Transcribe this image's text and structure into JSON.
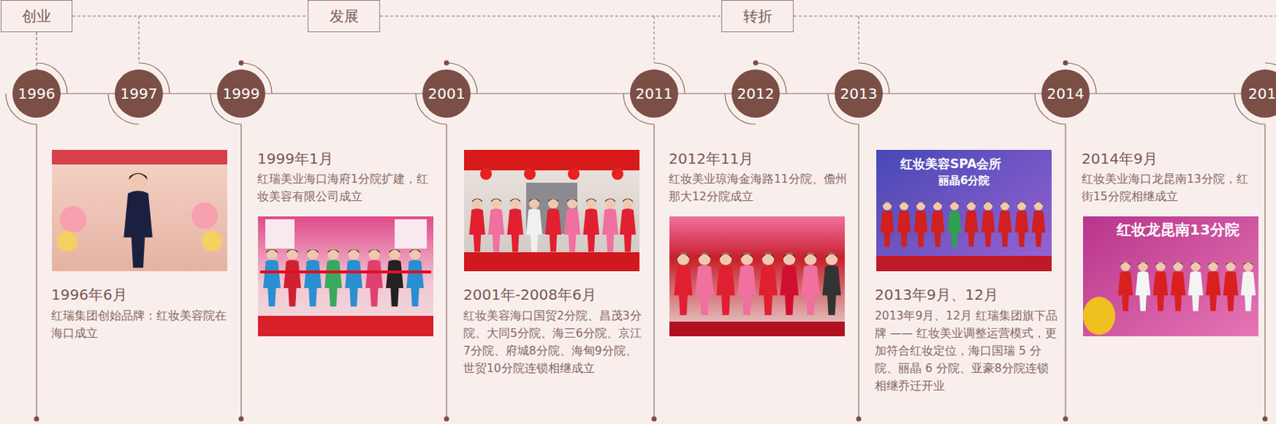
{
  "diagram": {
    "nodes": [
      {
        "text": [
          "创业"
        ]
      },
      {
        "text": [
          "发展"
        ]
      },
      {
        "text": [
          "转折"
        ]
      },
      {
        "text": [
          "1996"
        ]
      },
      {
        "text": [
          "1997"
        ]
      },
      {
        "text": [
          "1999"
        ]
      },
      {
        "text": [
          "2001"
        ]
      },
      {
        "text": [
          "2011"
        ]
      },
      {
        "text": [
          "2012"
        ]
      },
      {
        "text": [
          "2013"
        ]
      },
      {
        "text": [
          "2014"
        ]
      },
      {
        "text": [
          "201"
        ]
      }
    ],
    "edges": [
      {
        "from": 0,
        "to": 3,
        "arrow": "none"
      },
      {
        "from": 3,
        "to": 4,
        "arrow": "none"
      },
      {
        "from": 4,
        "to": 5,
        "arrow": "none"
      },
      {
        "from": 5,
        "to": 6,
        "arrow": "none"
      },
      {
        "from": 6,
        "to": 7,
        "arrow": "none"
      },
      {
        "from": 7,
        "to": 8,
        "arrow": "none"
      },
      {
        "from": 8,
        "to": 9,
        "arrow": "none"
      },
      {
        "from": 9,
        "to": 10,
        "arrow": "none"
      },
      {
        "from": 10,
        "to": 11,
        "arrow": "none"
      }
    ],
    "labels": [
      "1996年6月",
      "红瑞集团创始品牌：红妆美容院在海口成立",
      "1999年1月",
      "红瑞美业海口海府1分院扩建，红妆美容有限公司成立",
      "2001年-2008年6月",
      "红妆美容海口国贸2分院、昌茂3分院、大同5分院、海三6分院、京江7分院、府城8分院、海甸9分院、世贸10分院连锁相继成立",
      "2012年11月",
      "红妆美业琼海金海路11分院、儋州那大12分院成立",
      "2013年9月、12月",
      "2013年9月、12月 红瑞集团旗下品牌 —— 红妆美业调整运营模式，更加符合红妆定位，海口国瑞 5 分院、丽晶 6 分院、亚豪8分院连锁相继乔迁开业",
      "2014年9月",
      "红妆美业海口龙昆南13分院，红街15分院相继成立",
      "红妆美容SPA会所",
      "丽晶6分院",
      "红妆龙昆南13分院"
    ]
  }
}
